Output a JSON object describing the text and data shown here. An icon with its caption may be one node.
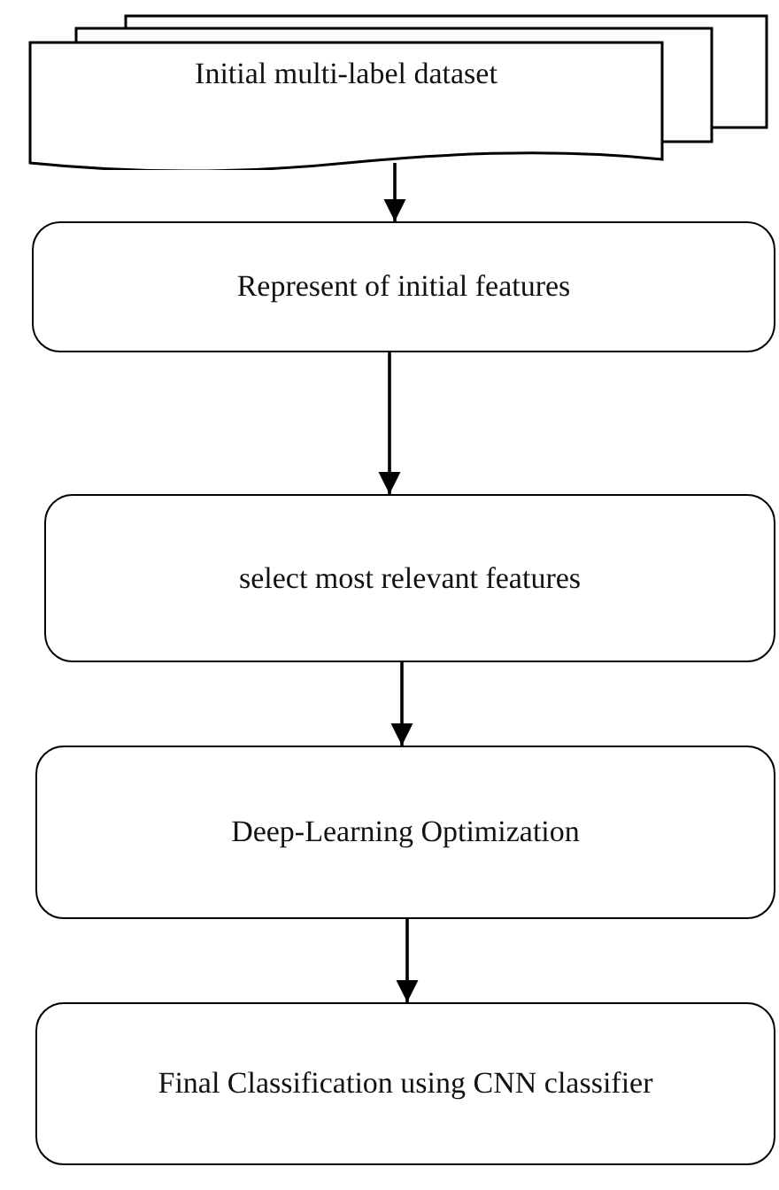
{
  "diagram": {
    "nodes": [
      {
        "text": [
          "Initial multi-label dataset"
        ]
      },
      {
        "text": [
          "Represent of initial features"
        ]
      },
      {
        "text": [
          "select most relevant features"
        ]
      },
      {
        "text": [
          "Deep-Learning Optimization"
        ]
      },
      {
        "text": [
          "Final Classification using CNN classifier"
        ]
      }
    ],
    "edges": [
      {
        "from": 0,
        "to": 1,
        "arrow": "to"
      },
      {
        "from": 1,
        "to": 2,
        "arrow": "to"
      },
      {
        "from": 2,
        "to": 3,
        "arrow": "to"
      },
      {
        "from": 3,
        "to": 4,
        "arrow": "to"
      }
    ]
  }
}
